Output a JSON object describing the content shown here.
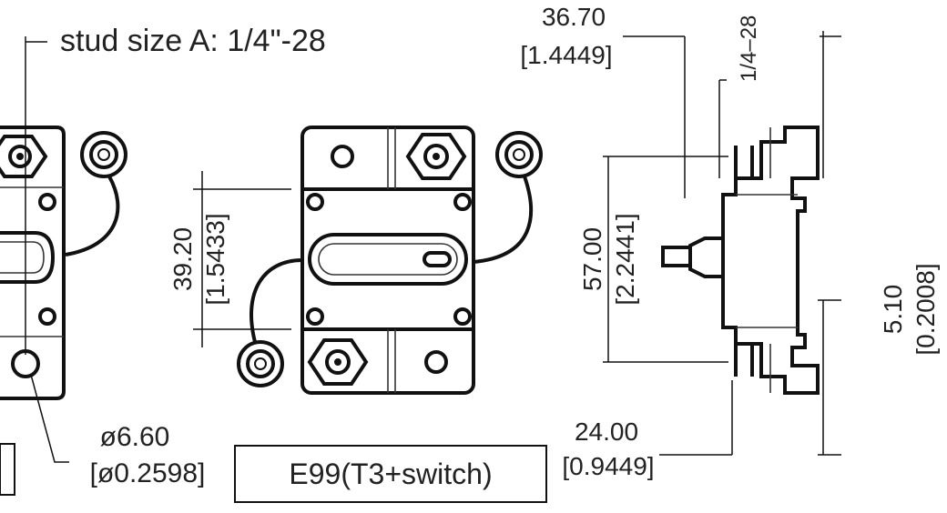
{
  "labels": {
    "stud_size": "stud size A: 1/4\"-28",
    "model": "E99(T3+switch)",
    "thread_side": "1/4–28"
  },
  "dimensions": {
    "width_top": {
      "mm": "36.70",
      "in": "[1.4449]"
    },
    "terminal_spacing": {
      "mm": "39.20",
      "in": "[1.5433]"
    },
    "height": {
      "mm": "57.00",
      "in": "[2.2441]"
    },
    "hole_dia": {
      "mm": "ø6.60",
      "in": "[ø0.2598]"
    },
    "depth_bottom": {
      "mm": "24.00",
      "in": "[0.9449]"
    },
    "flange": {
      "mm": "5.10",
      "in": "[0.2008]"
    }
  }
}
